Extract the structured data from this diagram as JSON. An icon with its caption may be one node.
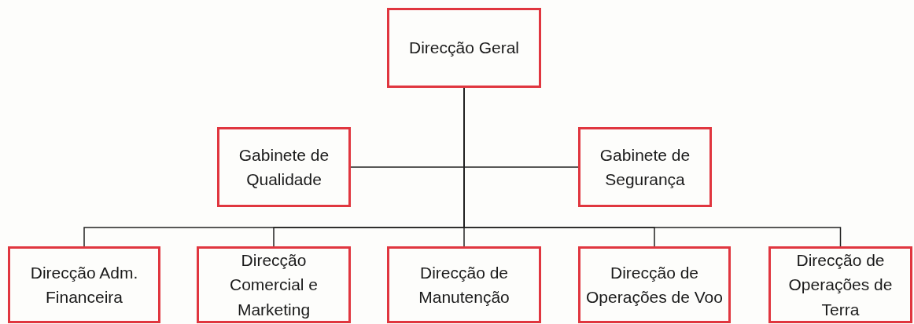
{
  "diagram": {
    "nodes": [
      {
        "text": [
          "Direcção Geral"
        ]
      },
      {
        "text": [
          "Gabinete de Qualidade"
        ]
      },
      {
        "text": [
          "Gabinete de Segurança"
        ]
      },
      {
        "text": [
          "Direcção Adm. Financeira"
        ]
      },
      {
        "text": [
          "Direcção Comercial e Marketing"
        ]
      },
      {
        "text": [
          "Direcção de Manutenção"
        ]
      },
      {
        "text": [
          "Direcção de Operações de Voo"
        ]
      },
      {
        "text": [
          "Direcção de Operações de Terra"
        ]
      }
    ],
    "edges": [
      {
        "from": 0,
        "to": 1,
        "arrow": "none"
      },
      {
        "from": 0,
        "to": 2,
        "arrow": "none"
      },
      {
        "from": 0,
        "to": 3,
        "arrow": "none"
      },
      {
        "from": 0,
        "to": 4,
        "arrow": "none"
      },
      {
        "from": 0,
        "to": 5,
        "arrow": "none"
      },
      {
        "from": 0,
        "to": 6,
        "arrow": "none"
      },
      {
        "from": 0,
        "to": 7,
        "arrow": "none"
      }
    ]
  }
}
